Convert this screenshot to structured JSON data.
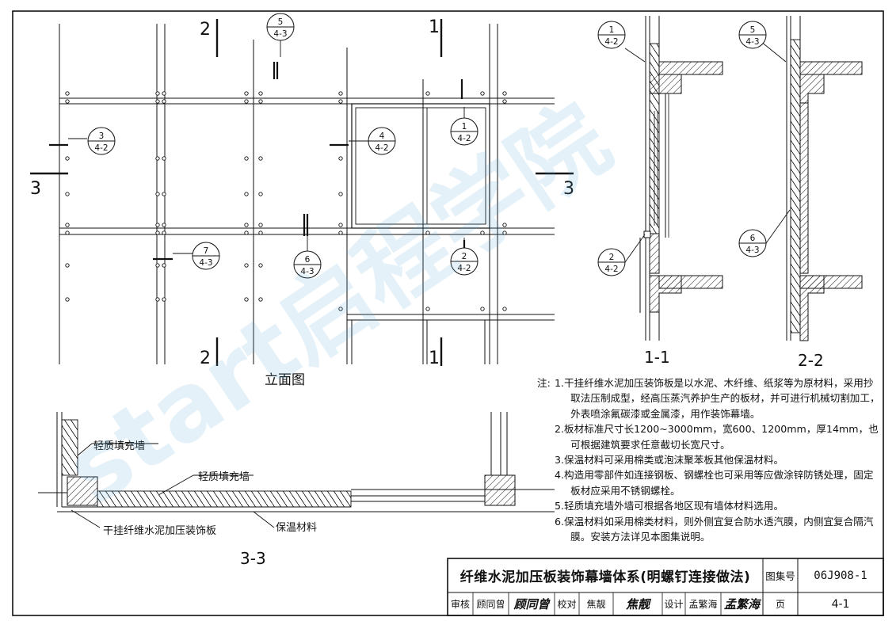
{
  "drawing": {
    "elevation_title": "立面图",
    "section_labels": {
      "s11": "1-1",
      "s22": "2-2",
      "s33": "3-3"
    },
    "cut_marks": {
      "two": "2",
      "one": "1",
      "three": "3"
    },
    "detail_refs": [
      {
        "num": "5",
        "sheet": "4-3"
      },
      {
        "num": "3",
        "sheet": "4-2"
      },
      {
        "num": "4",
        "sheet": "4-2"
      },
      {
        "num": "1",
        "sheet": "4-2"
      },
      {
        "num": "7",
        "sheet": "4-3"
      },
      {
        "num": "6",
        "sheet": "4-3"
      },
      {
        "num": "2",
        "sheet": "4-2"
      },
      {
        "num": "1",
        "sheet": "4-2"
      },
      {
        "num": "2",
        "sheet": "4-2"
      },
      {
        "num": "5",
        "sheet": "4-3"
      },
      {
        "num": "6",
        "sheet": "4-3"
      }
    ],
    "callouts": {
      "wall1": "轻质填充墙",
      "wall2": "轻质填充墙",
      "panel": "干挂纤维水泥加压装饰板",
      "insulation": "保温材料"
    },
    "watermark": "start启程学院"
  },
  "notes": {
    "label": "注:",
    "items": [
      "1.干挂纤维水泥加压装饰板是以水泥、木纤维、纸浆等为原材料，采用抄取法压制成型，经高压蒸汽养护生产的板材，并可进行机械切割加工，外表喷涂氟碳漆或金属漆，用作装饰幕墙。",
      "2.板材标准尺寸长1200~3000mm，宽600、1200mm，厚14mm，也可根据建筑要求任意截切长宽尺寸。",
      "3.保温材料可采用棉类或泡沫聚苯板其他保温材料。",
      "4.构造用零部件如连接钢板、钢螺栓也可采用等应做涂锌防锈处理，固定板材应采用不锈钢螺栓。",
      "5.轻质填充墙外墙可根据各地区现有墙体材料选用。",
      "6.保温材料如采用棉类材料，则外侧宜复合防水透汽膜，内侧宜复合隔汽膜。安装方法详见本图集说明。"
    ]
  },
  "title_block": {
    "title": "纤维水泥加压板装饰幕墙体系(明螺钉连接做法)",
    "atlas_label": "图集号",
    "atlas_no": "06J908-1",
    "review_label": "审核",
    "reviewer": "顾同曾",
    "reviewer_sig": "顾同曾",
    "check_label": "校对",
    "checker": "焦靓",
    "checker_sig": "焦靓",
    "design_label": "设计",
    "designer": "孟繁海",
    "designer_sig": "孟繁海",
    "page_label": "页",
    "page_no": "4-1"
  }
}
